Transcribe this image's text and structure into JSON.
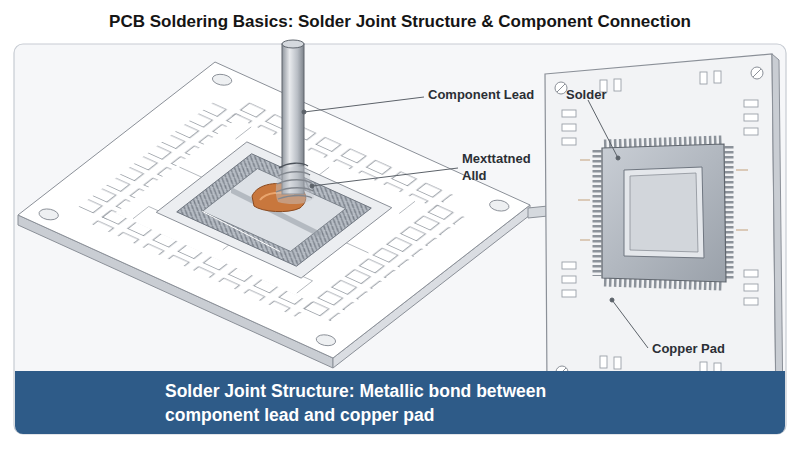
{
  "diagram": {
    "title": "PCB Soldering Basics: Solder Joint Structure & Component Connection",
    "caption": "Solder Joint Structure: Metallic bond between component lead and copper pad",
    "labels": [
      "Component Lead",
      "Solder",
      "Mexttatned Alld",
      "Copper Pad"
    ]
  }
}
